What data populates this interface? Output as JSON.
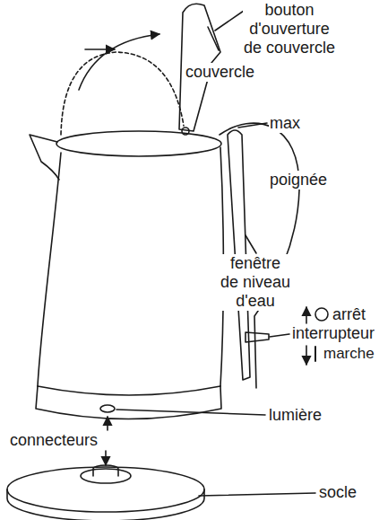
{
  "diagram": {
    "labels": [
      "bouton d'ouverture de couvercle",
      "couvercle",
      "max",
      "poignée",
      "fenêtre de niveau d'eau",
      "arrêt",
      "interrupteur",
      "marche",
      "lumière",
      "connecteurs",
      "socle"
    ]
  }
}
